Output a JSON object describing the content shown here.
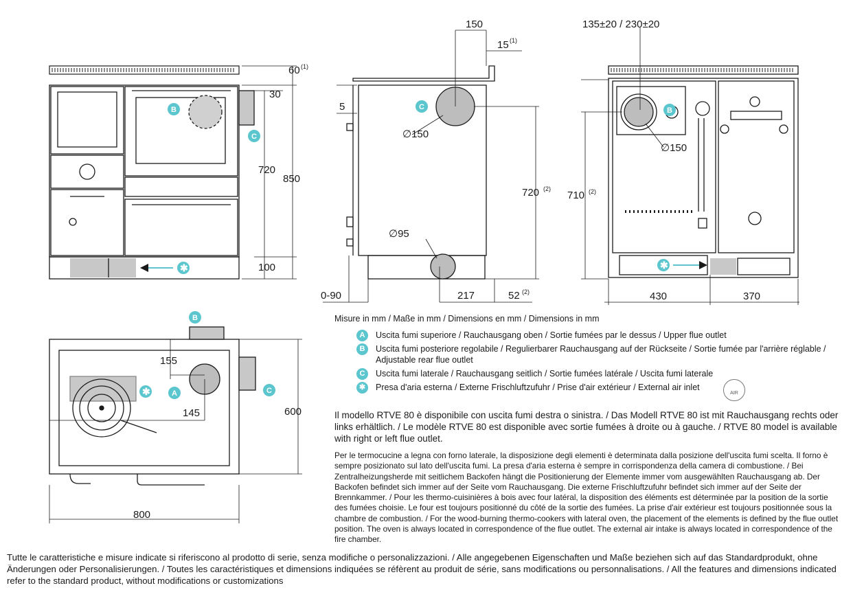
{
  "front_view": {
    "dims": {
      "top_plate": "60",
      "top_plate_note": "(1)",
      "side_outlet_top": "30",
      "outlet_height": "720",
      "total_height": "850",
      "base": "100"
    },
    "markers": [
      "B",
      "C"
    ]
  },
  "side_view": {
    "dims": {
      "flue_offset": "150",
      "flue_top": "15",
      "flue_top_note": "(1)",
      "left_gap": "5",
      "flue_diameter": "∅150",
      "outlet_height": "720",
      "outlet_height_note": "(2)",
      "air_diameter": "∅95",
      "feet": "0-90",
      "air_offset": "217",
      "rear_gap": "52",
      "rear_gap_note": "(2)"
    },
    "markers": [
      "C"
    ]
  },
  "rear_view": {
    "dims": {
      "flue_offset": "135±20 / 230±20",
      "flue_diameter": "∅150",
      "outlet_height": "710",
      "outlet_height_note": "(2)",
      "left_width": "430",
      "right_width": "370"
    },
    "markers": [
      "B"
    ]
  },
  "top_view": {
    "dims": {
      "flue_y": "155",
      "flue_x": "145",
      "depth": "600",
      "width": "800"
    },
    "markers": [
      "B",
      "C",
      "A"
    ]
  },
  "icons": {
    "air_marker": "asterisk-icon",
    "arrow": "arrow-icon"
  },
  "colors": {
    "accent": "#5cc6cf",
    "line": "#1a1a1a",
    "hatch": "#c8c8c8"
  },
  "units_line": "Misure in mm / Maße in mm / Dimensions en mm / Dimensions in mm",
  "legend": [
    {
      "badge": "A",
      "text": "Uscita fumi superiore / Rauchausgang oben / Sortie fumées par le dessus / Upper flue outlet"
    },
    {
      "badge": "B",
      "text": "Uscita fumi posteriore regolabile / Regulierbarer Rauchausgang auf der Rückseite / Sortie fumée par l'arrière réglable / Adjustable rear flue outlet"
    },
    {
      "badge": "C",
      "text": "Uscita fumi laterale / Rauchausgang seitlich / Sortie fumées latérale / Uscita fumi laterale"
    },
    {
      "badge": "✱",
      "text": "Presa d'aria esterna / Externe Frischluftzufuhr / Prise d'air extérieur / External air inlet"
    }
  ],
  "air_logo_text": "AIR",
  "para1": "Il modello RTVE 80 è disponibile con uscita fumi destra o sinistra. / Das Modell RTVE 80 ist mit Rauchausgang rechts oder links erhältlich. / Le modèle RTVE 80 est disponible avec sortie fumées à droite ou à gauche. / RTVE 80 model is available with right or left flue outlet.",
  "para2": "Per le termocucine a legna con forno laterale, la disposizione degli elementi è determinata dalla posizione dell'uscita fumi scelta. Il forno è sempre posizionato sul lato dell'uscita fumi. La presa d'aria esterna è sempre in corrispondenza della camera di combustione. / Bei Zentralheizungsherde mit seitlichem Backofen hängt die Positionierung der Elemente immer vom ausgewählten Rauchausgang ab. Der Backofen befindet sich immer auf der Seite vom Rauchausgang. Die externe Frischluftzufuhr befindet sich immer auf der Seite der Brennkammer. / Pour les thermo-cuisinières à bois avec four latéral, la disposition des éléments est déterminée par la position de la sortie des fumées choisie. Le four est toujours positionné du côté de la sortie des fumées. La prise d'air extérieur est toujours positionnée sous la chambre de combustion. / For the wood-burning thermo-cookers with lateral oven, the placement of the elements is defined by the flue outlet position. The oven is always located in correspondence of the flue outlet. The external air intake is always located in correspondence of the fire chamber.",
  "footer": "Tutte le caratteristiche e misure indicate si riferiscono al prodotto di serie, senza modifiche o personalizzazioni. / Alle angegebenen Eigenschaften und Maße beziehen sich auf das Standardprodukt, ohne Änderungen oder Personalisierungen. / Toutes les caractéristiques et dimensions indiquées se réfèrent au produit de série, sans modifications ou personnalisations. / All the features and dimensions indicated refer to the standard product, without modifications or customizations"
}
